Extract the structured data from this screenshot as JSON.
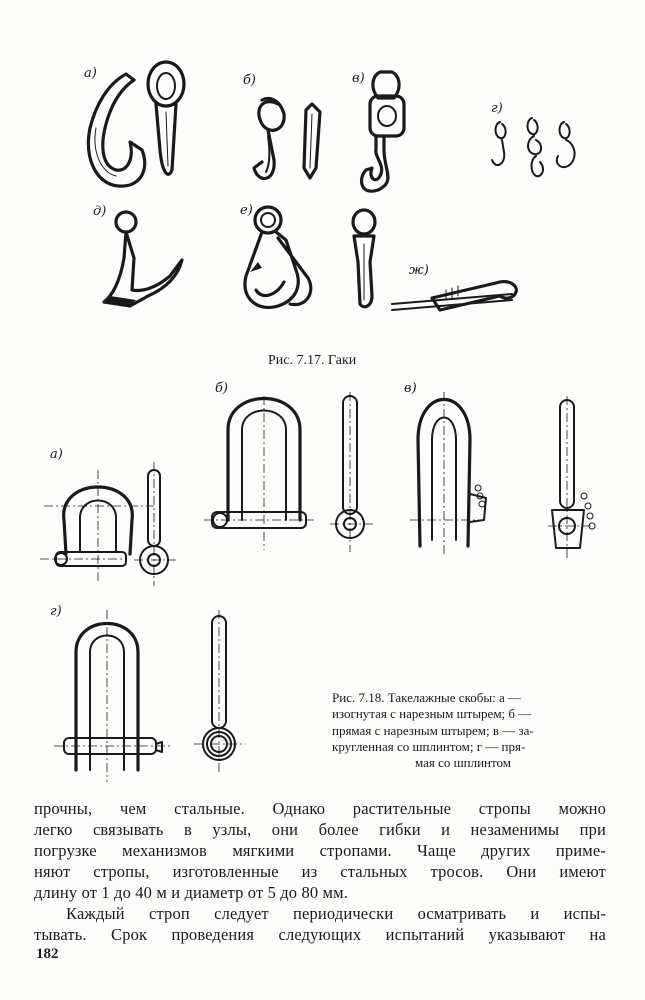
{
  "figure_717": {
    "labels": [
      "а)",
      "б)",
      "в)",
      "г)",
      "д)",
      "е)",
      "ж)"
    ],
    "caption": "Рис. 7.17. Гаки"
  },
  "figure_718": {
    "labels": [
      "а)",
      "б)",
      "в)",
      "г)"
    ],
    "caption_lines": [
      "Рис. 7.18. Такелажные скобы: а —",
      "изогнутая с нарезным штырем; б —",
      "прямая с нарезным штырем; в — за-",
      "кругленная со шплинтом; г — пря-",
      "мая со шплинтом"
    ]
  },
  "body_lines": [
    "прочны, чем стальные. Однако растительные стропы можно",
    "легко связывать в узлы, они более гибки и незаменимы при",
    "погрузке механизмов мягкими стропами. Чаще других приме-",
    "няют стропы, изготовленные из стальных тросов. Они имеют",
    "длину от 1 до 40 м и диаметр от 5 до 80 мм.",
    "Каждый строп следует периодически осматривать и испы-",
    "тывать. Срок проведения следующих испытаний указывают на"
  ],
  "page_number": "182"
}
